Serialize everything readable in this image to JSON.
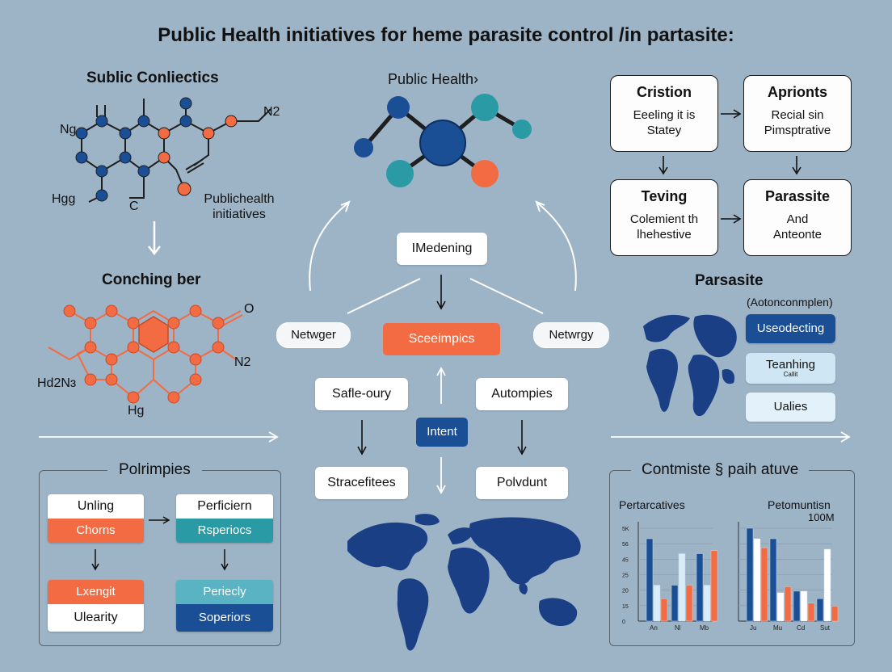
{
  "title": "Public Health initiatives for heme parasite control /in partasite:",
  "top_left": {
    "title": "Sublic Conliectics",
    "atoms": [
      "Ng",
      "Hgg",
      "C",
      "N2"
    ],
    "label": "Publichealth initiatives"
  },
  "mid_left": {
    "title": "Conching ber",
    "atoms": [
      "O",
      "N2",
      "Hd2Nɜ",
      "Hg"
    ]
  },
  "center": {
    "header": "Public Health›",
    "medening": "IMedening",
    "sceeimpics": "Sceeimpics",
    "netwger": "Netwger",
    "netwgy": "Netwrgy",
    "safle_oury": "Safle-oury",
    "automples": "Autompies",
    "intent": "Intent",
    "stracefitees": "Stracefitees",
    "polvdunt": "Polvdunt"
  },
  "flow": {
    "cristion": {
      "title": "Cristion",
      "desc": "Eeeling it is Statey"
    },
    "aprionts": {
      "title": "Aprionts",
      "desc": "Recial sin Pimsptrative"
    },
    "teving": {
      "title": "Teving",
      "desc": "Colemient th lhehestive"
    },
    "parassite": {
      "title": "Parassite",
      "desc": "And Anteonte"
    }
  },
  "right_mid": {
    "title": "Parsasite",
    "subtitle": "(Aotonconmplen)",
    "btn1": "Useodecting",
    "btn2_main": "Teanhing",
    "btn2_sub": "Callit",
    "btn3": "Ualies"
  },
  "bottom_left": {
    "title": "Polrimpies",
    "cards": [
      {
        "top": "Unling",
        "bottom": "Chorns"
      },
      {
        "top": "Perficiern",
        "bottom": "Rsperiocs"
      },
      {
        "top": "Lxengit",
        "bottom": "Ulearity"
      },
      {
        "top": "Periecly",
        "bottom": "Soperiors"
      }
    ]
  },
  "bottom_right": {
    "title": "Contmiste § paih atuve",
    "left_title": "Pertarcatives",
    "right_title": "Petomuntisn",
    "right_note": "100M",
    "y_ticks": [
      "5K",
      "56",
      "45",
      "25",
      "20",
      "15",
      "0"
    ]
  },
  "colors": {
    "background": "#9db3c6",
    "navy": "#1a4f96",
    "orange": "#f26b43",
    "teal": "#2a9aa5",
    "light_blue": "#cfe6f4",
    "pale_blue": "#e2f1fa"
  },
  "chart_data": [
    {
      "type": "bar",
      "title": "Pertarcatives",
      "categories": [
        "An",
        "Nl",
        "Mb"
      ],
      "series": [
        {
          "values": [
            55,
            24,
            45
          ]
        },
        {
          "values": [
            24,
            45,
            24
          ]
        },
        {
          "values": [
            15,
            24,
            47
          ]
        }
      ],
      "y_tick_labels": [
        "5K",
        "56",
        "45",
        "25",
        "20",
        "15",
        "0"
      ],
      "ylim": [
        0,
        62
      ]
    },
    {
      "type": "bar",
      "title": "Petomuntisn",
      "annotation": "100M",
      "categories": [
        "Ju",
        "Mu",
        "Cd",
        "Sut"
      ],
      "series": [
        {
          "values": [
            62,
            55,
            20,
            15
          ]
        },
        {
          "values": [
            55,
            19,
            20,
            48
          ]
        },
        {
          "values": [
            49,
            23,
            12,
            10
          ]
        }
      ],
      "ylim": [
        0,
        62
      ]
    }
  ]
}
